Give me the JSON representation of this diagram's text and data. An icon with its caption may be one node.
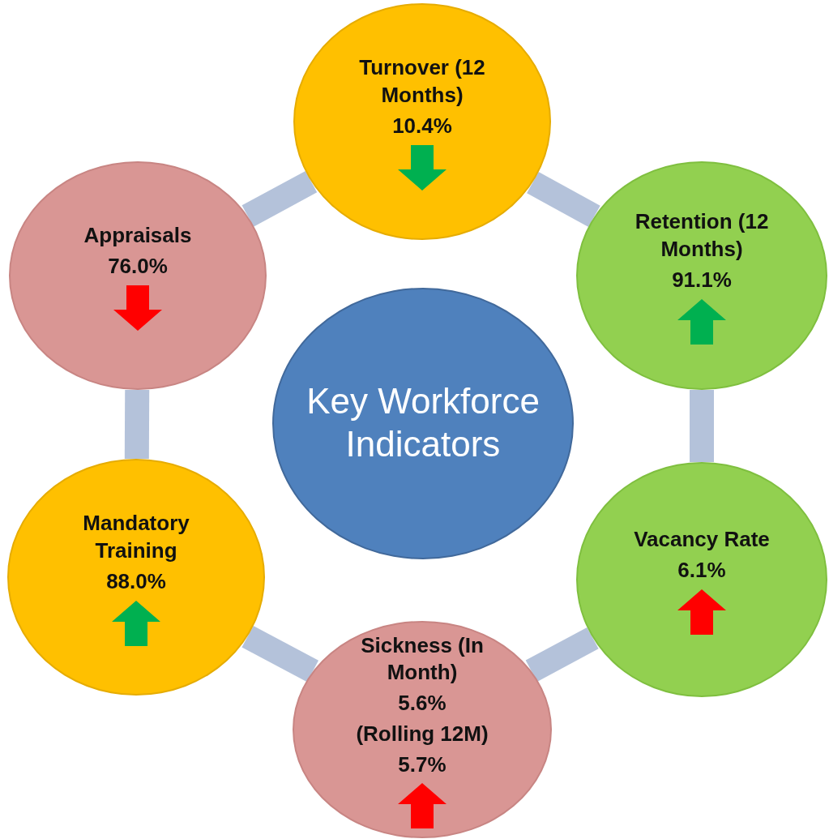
{
  "diagram": {
    "nodes": [
      {
        "text": [
          "Key Workforce Indicators"
        ]
      },
      {
        "text": [
          "Turnover (12 Months)",
          "10.4%"
        ]
      },
      {
        "text": [
          "Retention (12 Months)",
          "91.1%"
        ]
      },
      {
        "text": [
          "Vacancy Rate",
          "6.1%"
        ]
      },
      {
        "text": [
          "Sickness (In Month)",
          "5.6%",
          "(Rolling 12M)",
          "5.7%"
        ]
      },
      {
        "text": [
          "Mandatory Training",
          "88.0%"
        ]
      },
      {
        "text": [
          "Appraisals",
          "76.0%"
        ]
      },
      {
        "text": [],
        "shape": "arrow",
        "in": 1
      },
      {
        "text": [],
        "shape": "arrow",
        "in": 2
      },
      {
        "text": [],
        "shape": "arrow",
        "in": 3
      },
      {
        "text": [],
        "shape": "arrow",
        "in": 4
      },
      {
        "text": [],
        "shape": "arrow",
        "in": 5
      },
      {
        "text": [],
        "shape": "arrow",
        "in": 6
      }
    ],
    "edges": [
      {
        "from": 1,
        "to": 2,
        "arrow": "none"
      },
      {
        "from": 2,
        "to": 3,
        "arrow": "none"
      },
      {
        "from": 3,
        "to": 4,
        "arrow": "none"
      },
      {
        "from": 4,
        "to": 5,
        "arrow": "none"
      },
      {
        "from": 5,
        "to": 6,
        "arrow": "none"
      },
      {
        "from": 6,
        "to": 1,
        "arrow": "none"
      }
    ]
  }
}
